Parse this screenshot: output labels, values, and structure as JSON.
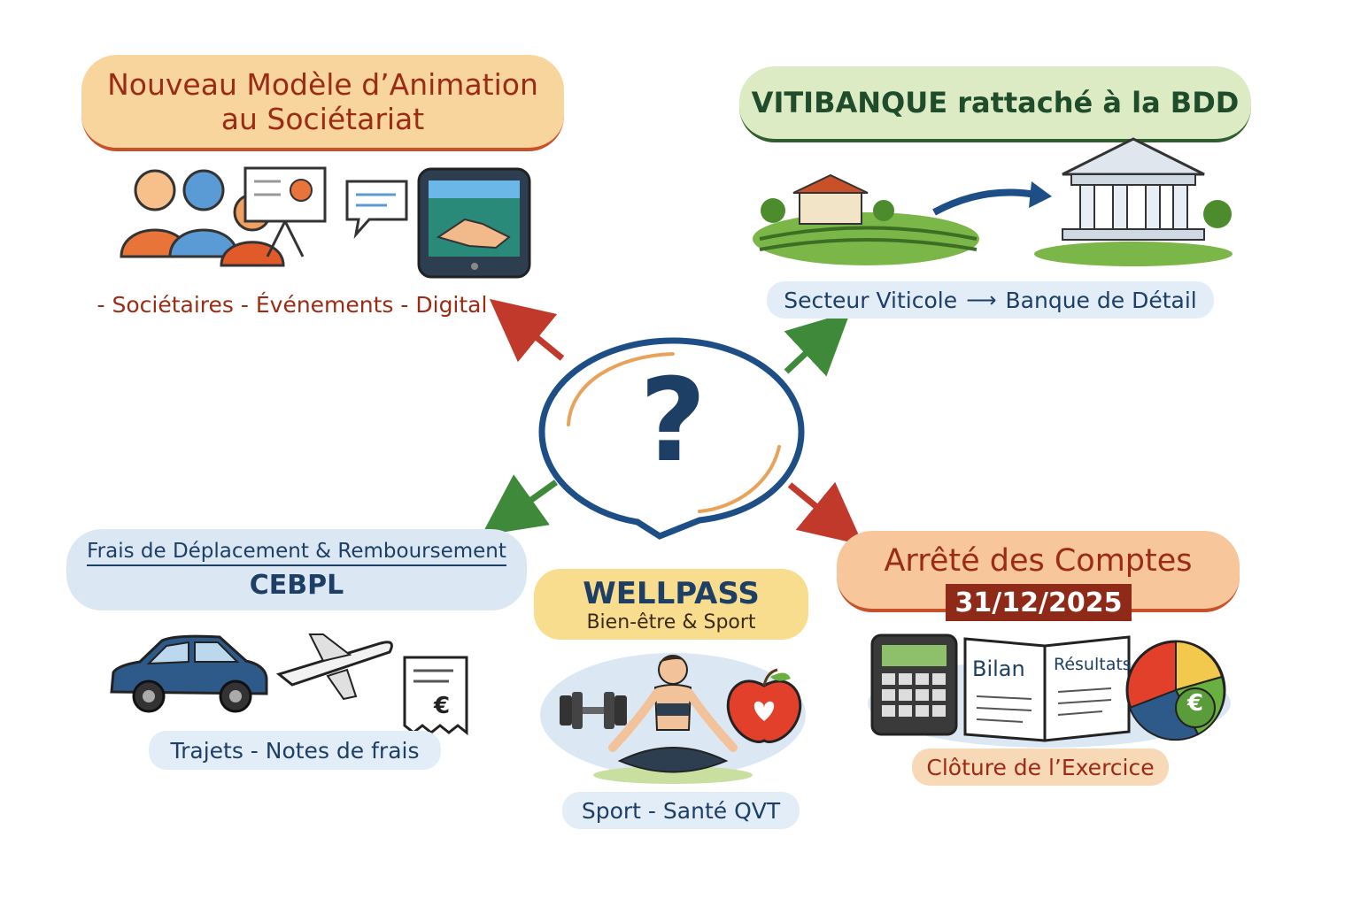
{
  "center": {
    "symbol": "?"
  },
  "topics": [
    {
      "title_line1": "Nouveau Modèle d’Animation",
      "title_line2": "au Sociétariat",
      "caption": "- Sociétaires - Événements - Digital"
    },
    {
      "title_line1": "VITIBANQUE rattaché à la BDD",
      "caption_left": "Secteur Viticole",
      "caption_right": "Banque de Détail"
    },
    {
      "title_line1": "Frais de Déplacement & Remboursement",
      "title_line2": "CEBPL",
      "caption": "Trajets - Notes de frais",
      "receipt_symbol": "€"
    },
    {
      "title_line1": "WELLPASS",
      "title_line2": "Bien-être & Sport",
      "caption": "Sport - Santé QVT"
    },
    {
      "title_line1": "Arrêté des Comptes",
      "date_label": "31/12/2025",
      "doc1": "Bilan",
      "doc2": "Résultats",
      "euro": "€",
      "caption": "Clôture de l’Exercice"
    }
  ],
  "colors": {
    "orange_banner": "#f8d59c",
    "green_banner": "#dcebc4",
    "blue_banner": "#dbe8f4",
    "yellow_banner": "#f9dd8e",
    "salmon_banner": "#f7c69b",
    "red_text": "#9b2b14",
    "green_text": "#1f4d2b",
    "navy_text": "#1d3f66",
    "date_bg": "#8f2a18"
  },
  "icons": [
    "people-icon",
    "presentation-board-icon",
    "chat-bubble-icon",
    "tablet-handshake-icon",
    "vineyard-farm-icon",
    "bank-building-icon",
    "car-icon",
    "airplane-icon",
    "receipt-icon",
    "dumbbell-icon",
    "yoga-person-icon",
    "apple-heart-icon",
    "calculator-icon",
    "pie-chart-icon"
  ]
}
